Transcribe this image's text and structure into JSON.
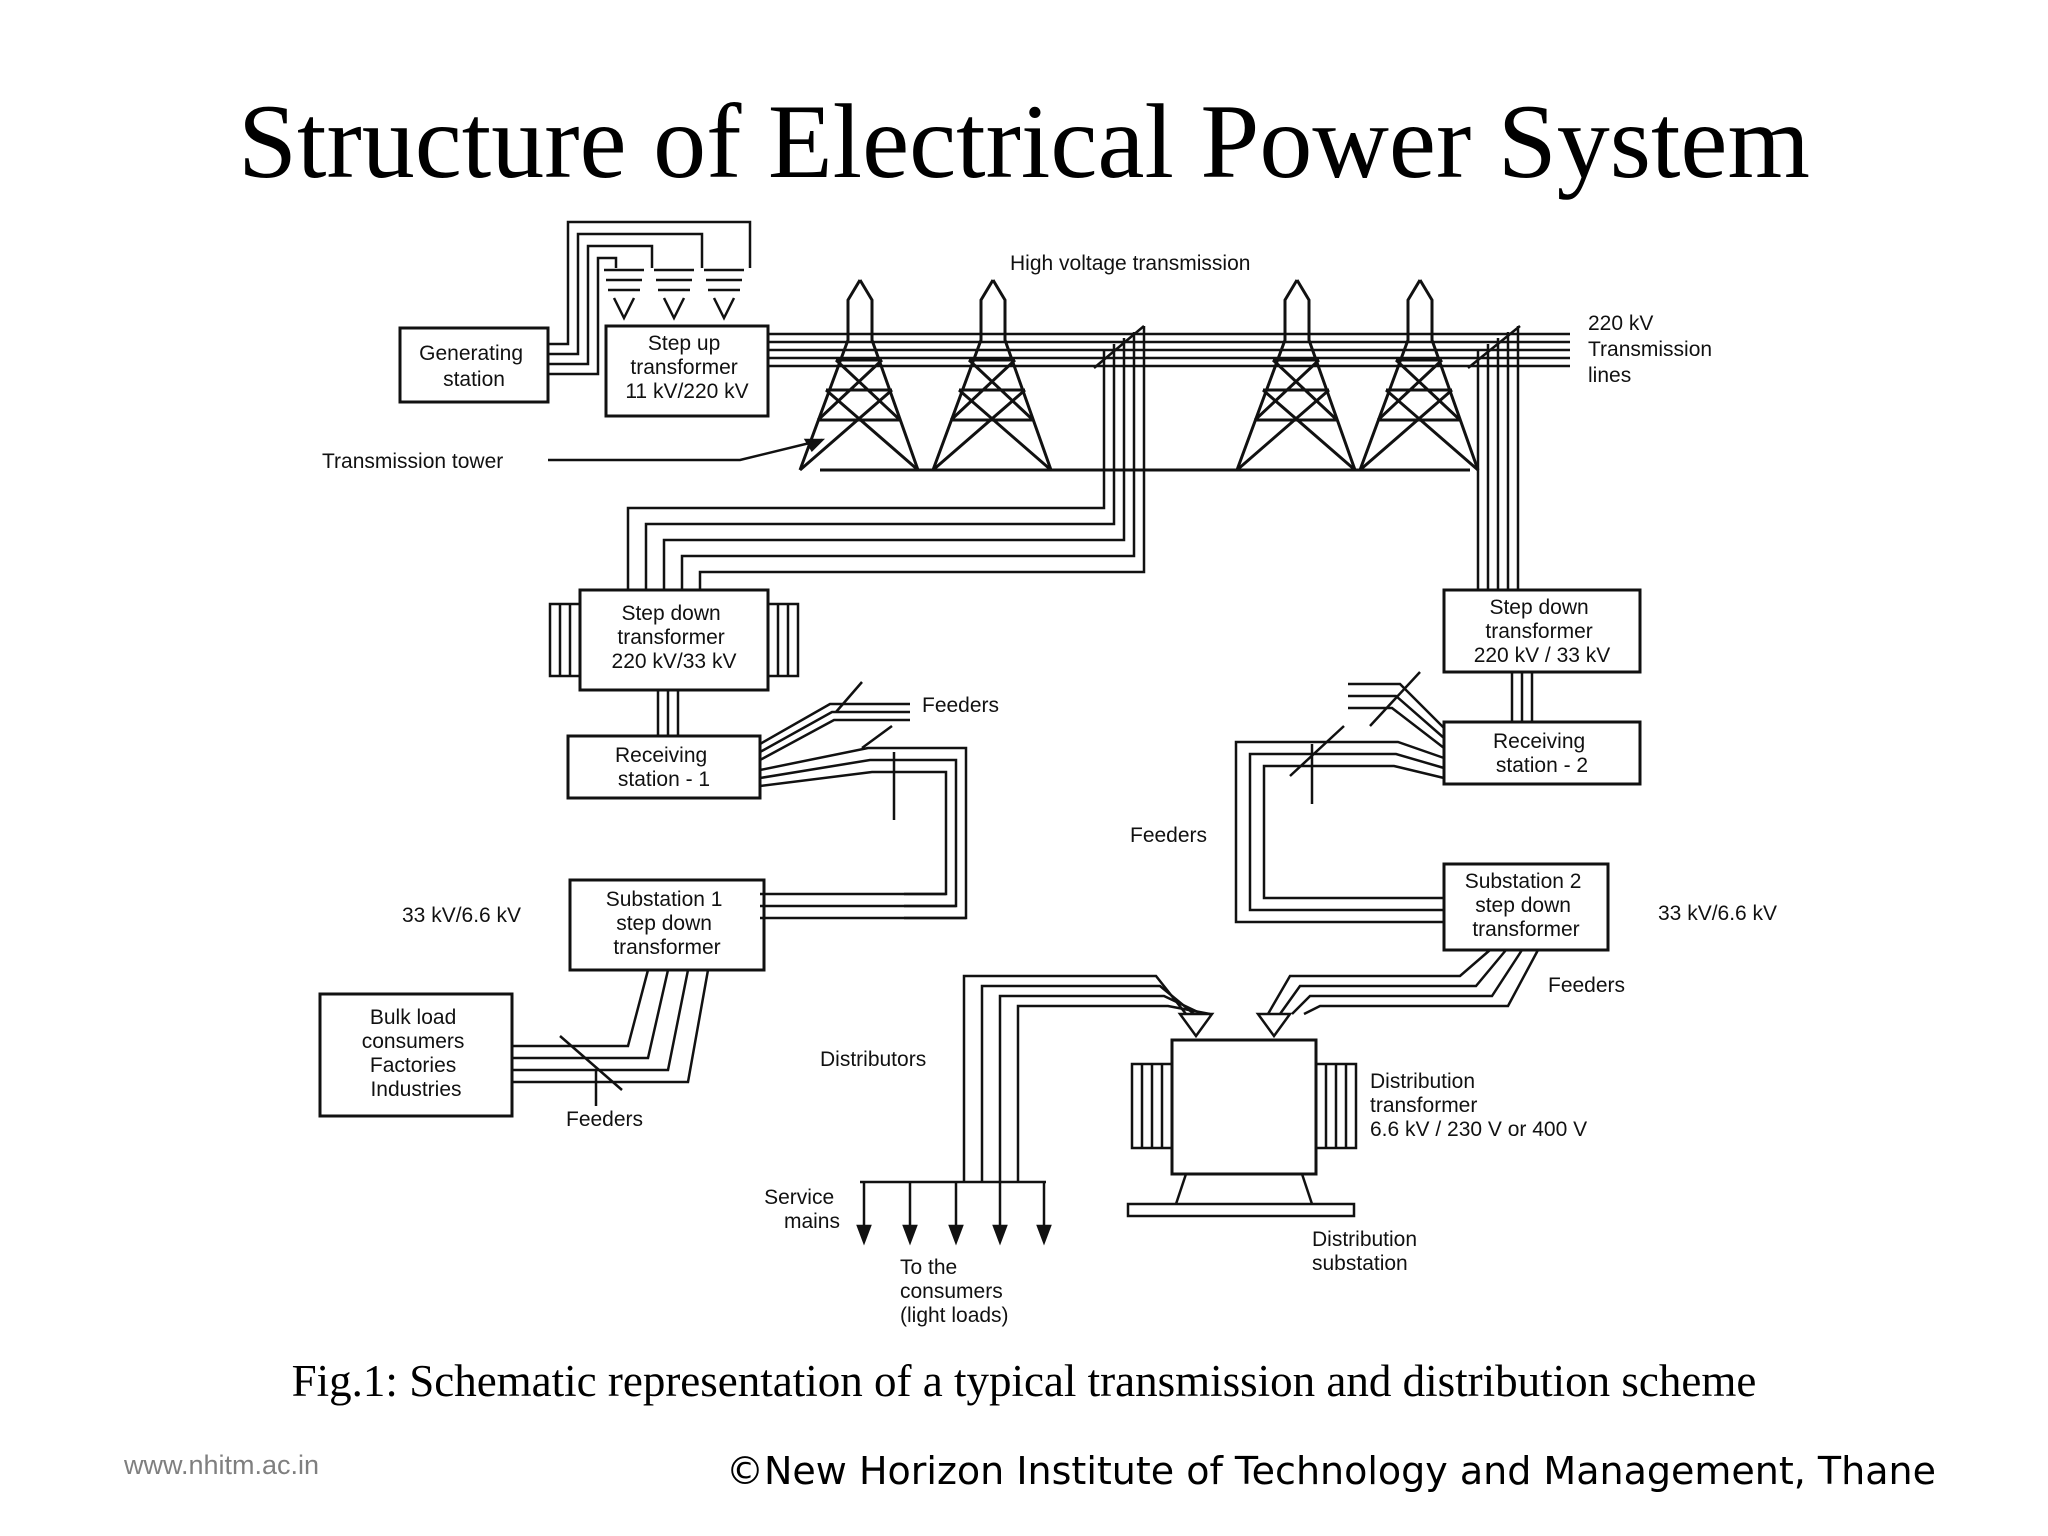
{
  "title": "Structure of Electrical Power System",
  "diagram": {
    "labels": {
      "generating_station": [
        "Generating",
        "station"
      ],
      "step_up_transformer": [
        "Step up",
        "transformer",
        "11 kV/220 kV"
      ],
      "high_voltage_transmission": "High voltage transmission",
      "transmission_lines": [
        "220 kV",
        "Transmission",
        "lines"
      ],
      "transmission_tower": "Transmission tower",
      "step_down_transformer_1": [
        "Step down",
        "transformer",
        "220 kV/33 kV"
      ],
      "step_down_transformer_2": [
        "Step down",
        "transformer",
        "220 kV / 33 kV"
      ],
      "receiving_station_1": [
        "Receiving",
        "station - 1"
      ],
      "receiving_station_2": [
        "Receiving",
        "station - 2"
      ],
      "feeders_1": "Feeders",
      "feeders_2": "Feeders",
      "feeders_3": "Feeders",
      "feeders_4": "Feeders",
      "substation_1": [
        "Substation 1",
        "step down",
        "transformer"
      ],
      "substation_2": [
        "Substation 2",
        "step down",
        "transformer"
      ],
      "voltage_1": "33 kV/6.6 kV",
      "voltage_2": "33 kV/6.6 kV",
      "bulk_load": [
        "Bulk load",
        "consumers",
        "Factories",
        "Industries"
      ],
      "distributors": "Distributors",
      "service_mains": [
        "Service",
        "mains"
      ],
      "to_consumers": [
        "To the",
        "consumers",
        "(light loads)"
      ],
      "distribution_transformer": [
        "Distribution",
        "transformer",
        "6.6 kV / 230 V or 400 V"
      ],
      "distribution_substation": [
        "Distribution",
        "substation"
      ]
    }
  },
  "caption": "Fig.1: Schematic representation of a typical transmission and distribution scheme",
  "footer": {
    "url": "www.nhitm.ac.in",
    "copyright": "©New Horizon Institute of Technology and  Management, Thane"
  }
}
